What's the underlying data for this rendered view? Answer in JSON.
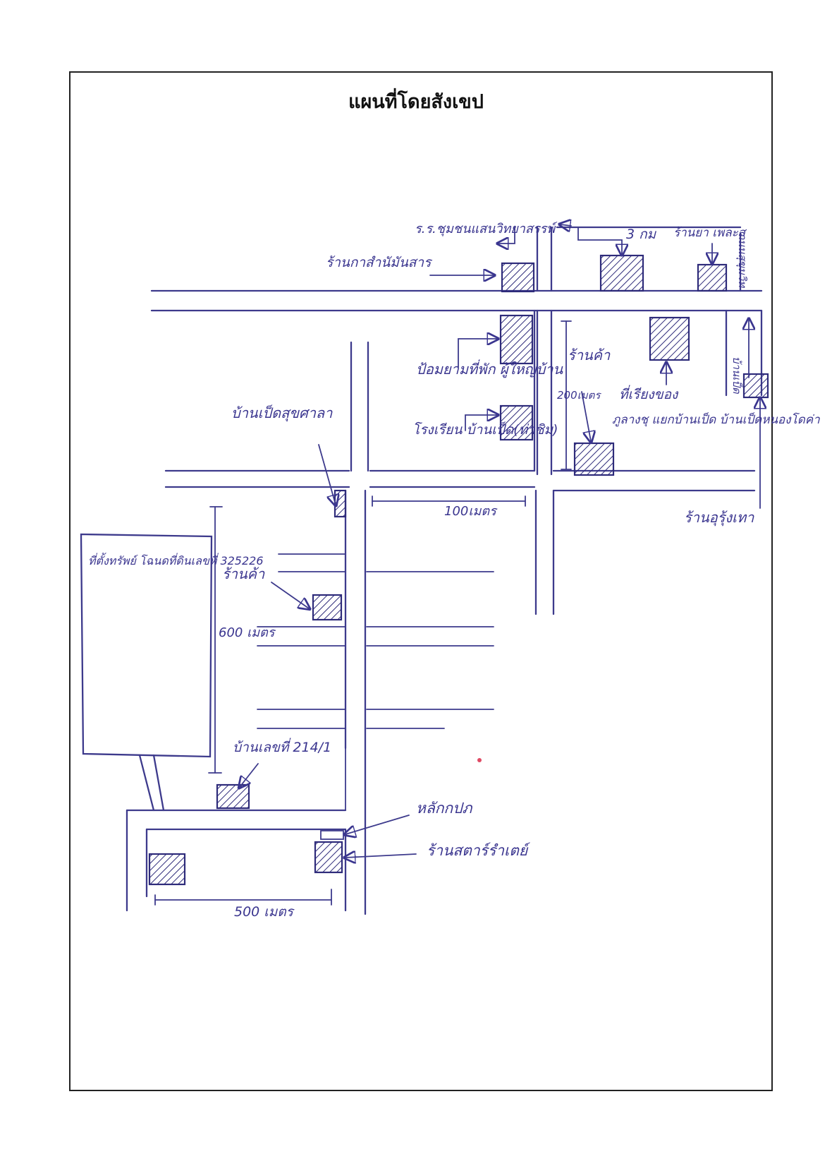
{
  "title": "แผนที่โดยสังเขป",
  "colors": {
    "ink": "#3a358f",
    "frame": "#222222",
    "background": "#ffffff",
    "stray_mark": "#e04a64"
  },
  "labels": {
    "school_top": "ร.ร.ชุมชนแสนวิทยาสรรพ์",
    "three_branches": "3 กม",
    "shop_top_right": "ร้านยา เพละส",
    "shop_left_top": "ร้านกาสำนัมันสาร",
    "side_road_right_top": "ถนนสุขุมวิท",
    "guard_post": "ป้อมยามที่พัก ผู้ใหญ่บ้าน",
    "shop_center": "ร้านค้า",
    "dist_200": "200เมตร",
    "collection_point": "ที่เรียงของ",
    "junction": "ภูลางชุ แยกบ้านเป็ด บ้านเป็ดหนองโดค่า",
    "side_road_right": "บ้านเป็ด",
    "school_mid": "โรงเรียน บ้านเป็ด(ท่าชิม)",
    "village_lane": "บ้านเป็ดสุขศาลา",
    "dist_100": "100เมตร",
    "shop_far_right": "ร้านอุรุ้งเทา",
    "plot_box": "ที่ตั้งทรัพย์ โฉนดที่ดินเลขที่ 325226",
    "shop_mid": "ร้านค้า",
    "dist_600": "600 เมตร",
    "house_no": "บ้านเลขที่ 214/1",
    "water_pole": "หลักกปภ",
    "shop_bottom": "ร้านสตาร์รำเตย์",
    "dist_500": "500 เมตร"
  }
}
